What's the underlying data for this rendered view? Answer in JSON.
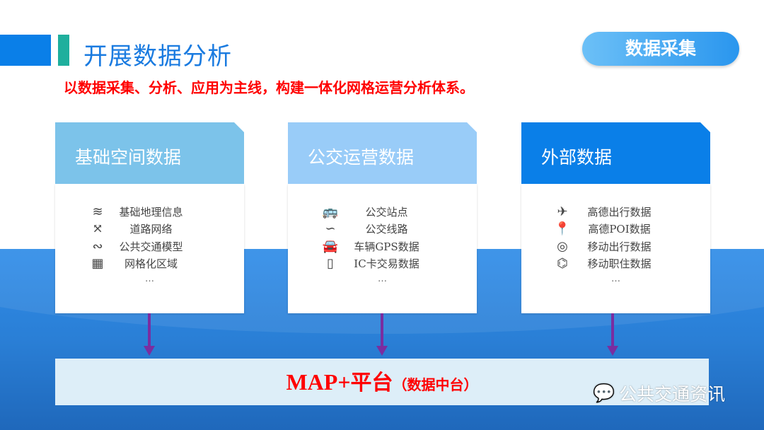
{
  "title": "开展数据分析",
  "badge": "数据采集",
  "subtitle": "以数据采集、分析、应用为主线，构建一体化网格运营分析体系。",
  "columns": [
    {
      "header": "基础空间数据",
      "color": "#7cc3ea",
      "items": [
        {
          "icon": "layers-icon",
          "label": "基础地理信息"
        },
        {
          "icon": "road-network-icon",
          "label": "道路网络"
        },
        {
          "icon": "route-model-icon",
          "label": "公共交通模型"
        },
        {
          "icon": "grid-icon",
          "label": "网格化区域"
        }
      ],
      "more": "…"
    },
    {
      "header": "公交运营数据",
      "color": "#99ccf8",
      "items": [
        {
          "icon": "bus-stop-icon",
          "label": "公交站点"
        },
        {
          "icon": "bus-route-icon",
          "label": "公交线路"
        },
        {
          "icon": "gps-car-icon",
          "label": "车辆GPS数据"
        },
        {
          "icon": "ic-card-icon",
          "label": "IC卡交易数据"
        }
      ],
      "more": "…"
    },
    {
      "header": "外部数据",
      "color": "#0a7fe8",
      "items": [
        {
          "icon": "amap-travel-icon",
          "label": "高德出行数据"
        },
        {
          "icon": "location-pin-icon",
          "label": "高德POI数据"
        },
        {
          "icon": "china-mobile-icon",
          "label": "移动出行数据"
        },
        {
          "icon": "commute-icon",
          "label": "移动职住数据"
        }
      ],
      "more": "…"
    }
  ],
  "platform": {
    "main": "MAP+",
    "mid": "平台",
    "sub": "（数据中台）"
  },
  "watermark": "公共交通资讯"
}
